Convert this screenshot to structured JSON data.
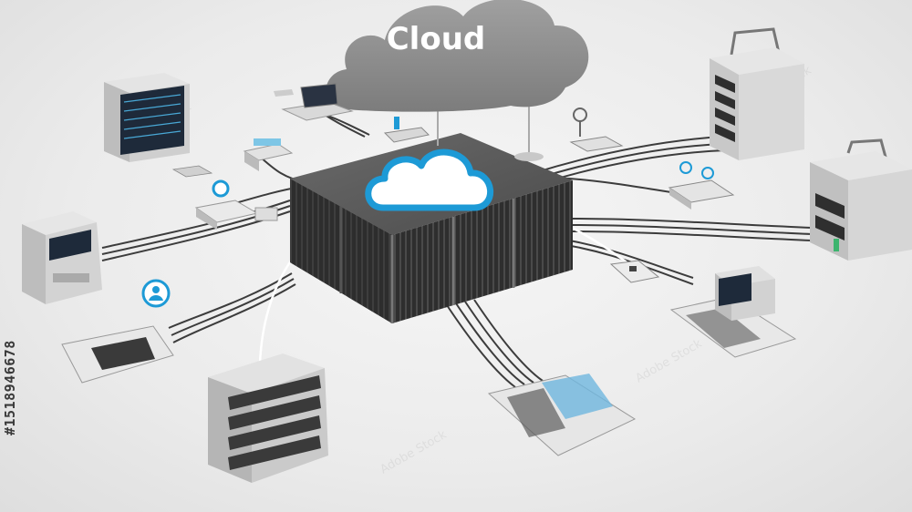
{
  "cloud": {
    "label": "Cloud"
  },
  "watermark": {
    "text": "Adobe Stock",
    "id": "#1518946678"
  },
  "colors": {
    "accent": "#1d9ad6",
    "cloud_gray": "#8e8e8e",
    "hub_dark": "#3b3b3b",
    "background": "#ececec"
  }
}
